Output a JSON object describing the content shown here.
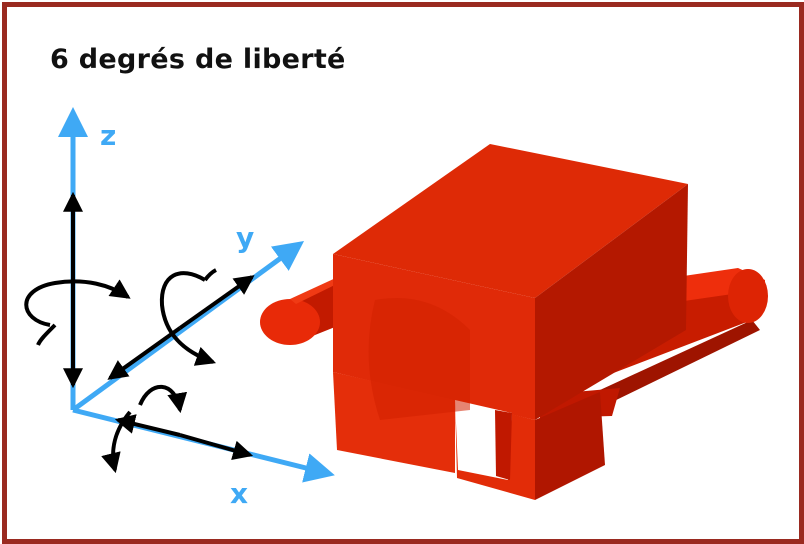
{
  "title": "6 degrés de liberté",
  "axes": {
    "z": "z",
    "y": "y",
    "x": "x"
  },
  "colors": {
    "border": "#9a2a20",
    "axis": "#3fa9f5",
    "arrows": "#000000",
    "block": "#dd2200"
  }
}
